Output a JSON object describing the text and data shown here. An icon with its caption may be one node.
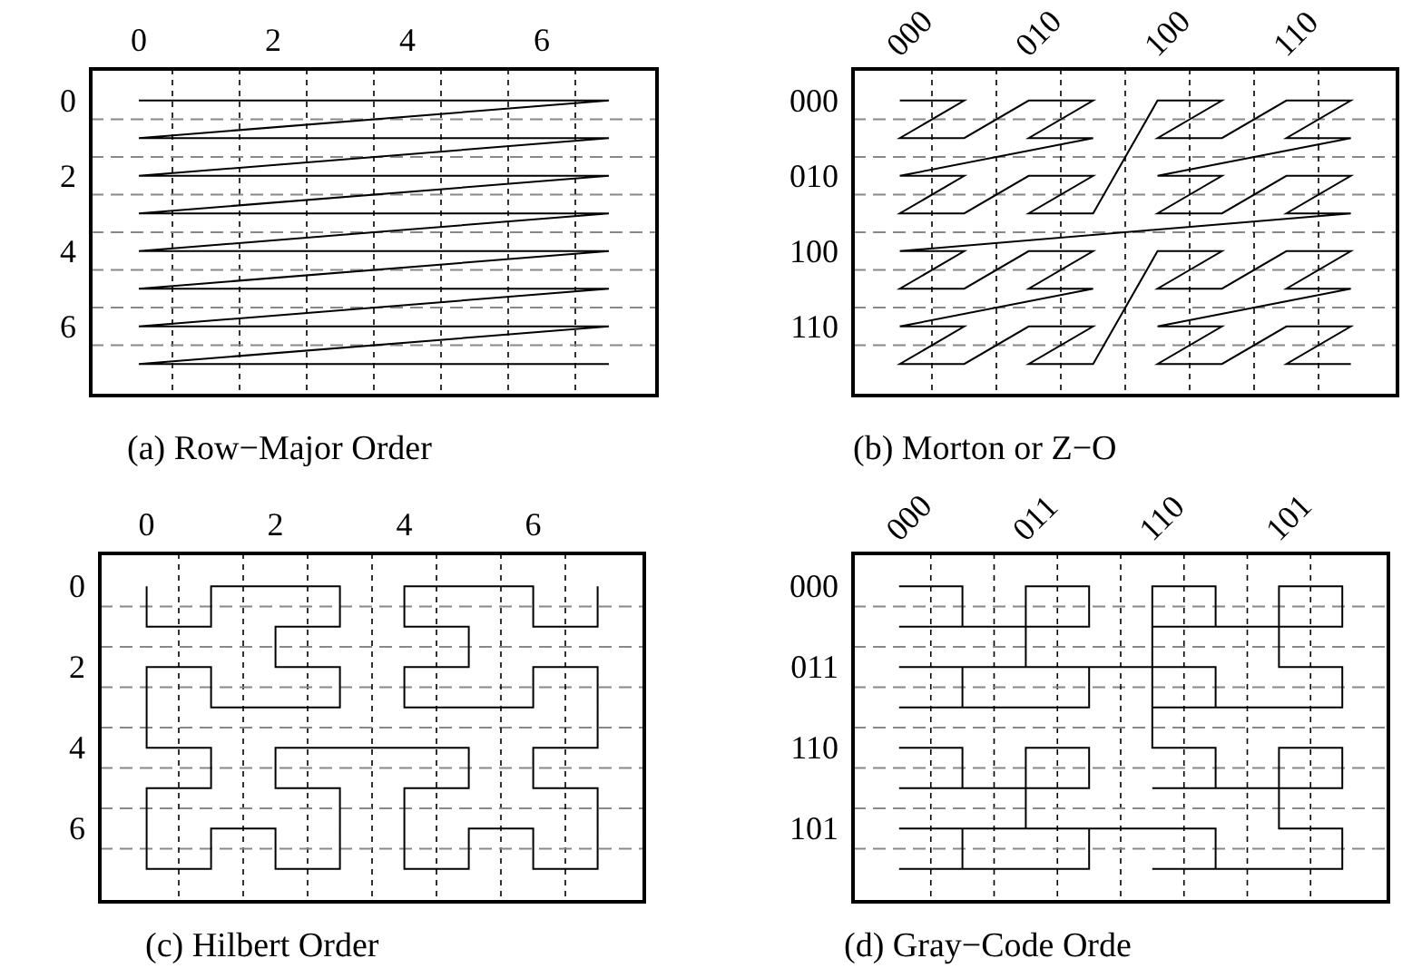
{
  "diagram": {
    "labels": [
      "0",
      "2",
      "4",
      "6",
      "0",
      "2",
      "4",
      "6",
      "(a) Row−Major Order",
      "000",
      "010",
      "100",
      "110",
      "000",
      "010",
      "100",
      "110",
      "(b) Morton or Z−O",
      "0",
      "2",
      "4",
      "6",
      "0",
      "2",
      "4",
      "6",
      "(c) Hilbert Order",
      "000",
      "011",
      "110",
      "101",
      "000",
      "011",
      "110",
      "101",
      "(d) Gray−Code Orde"
    ]
  }
}
